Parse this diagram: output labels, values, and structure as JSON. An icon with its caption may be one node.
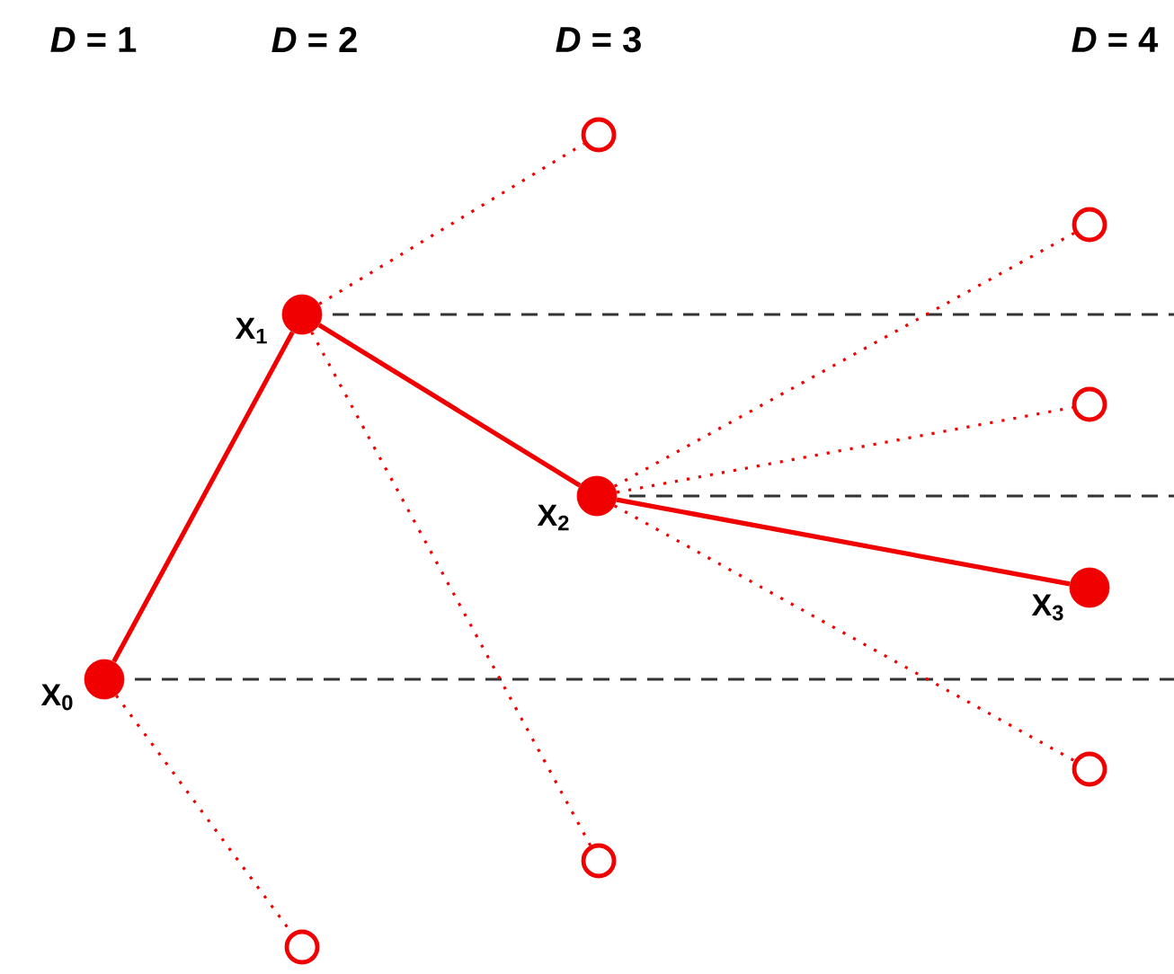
{
  "diagram": {
    "nodes": [
      {
        "text": [],
        "shape": "circle",
        "beside": [
          "X$_{0}$"
        ]
      },
      {
        "text": [],
        "shape": "circle",
        "beside": [
          "X$_{1}$"
        ]
      },
      {
        "text": [],
        "shape": "circle",
        "beside": [
          "X$_{2}$"
        ]
      },
      {
        "text": [],
        "shape": "circle",
        "beside": [
          "X$_{3}$"
        ]
      },
      {
        "text": [],
        "shape": "circle"
      },
      {
        "text": [],
        "shape": "circle"
      },
      {
        "text": [],
        "shape": "circle"
      },
      {
        "text": [],
        "shape": "circle"
      },
      {
        "text": [],
        "shape": "circle"
      },
      {
        "text": [],
        "shape": "circle"
      }
    ],
    "edges": [
      {
        "from": 0,
        "to": 1,
        "arrow": "none"
      },
      {
        "from": 1,
        "to": 2,
        "arrow": "none"
      },
      {
        "from": 2,
        "to": 3,
        "arrow": "none"
      },
      {
        "from": 0,
        "to": 4,
        "arrow": "none",
        "style": "dashed"
      },
      {
        "from": 1,
        "to": 5,
        "arrow": "none",
        "style": "dashed"
      },
      {
        "from": 1,
        "to": 6,
        "arrow": "none",
        "style": "dashed"
      },
      {
        "from": 2,
        "to": 7,
        "arrow": "none",
        "style": "dashed"
      },
      {
        "from": 2,
        "to": 8,
        "arrow": "none",
        "style": "dashed"
      },
      {
        "from": 2,
        "to": 9,
        "arrow": "none",
        "style": "dashed"
      }
    ],
    "labels": [
      "*D* = 1",
      "*D* = 2",
      "*D* = 3",
      "*D* = 4"
    ]
  }
}
